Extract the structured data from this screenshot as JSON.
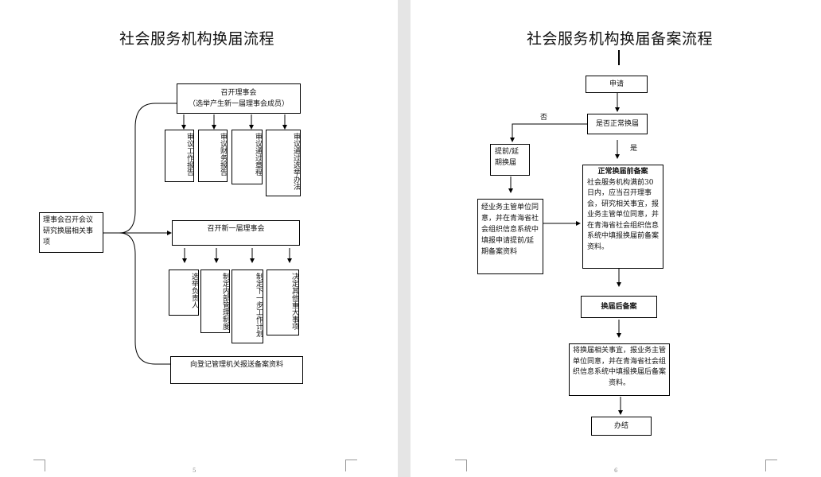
{
  "left": {
    "title": "社会服务机构换届流程",
    "source": "理事会召开会议研究换届相关事项",
    "meeting1": {
      "title": "召开理事会",
      "subtitle": "（选举产生新一届理事会成员）"
    },
    "review_items": [
      "审议工作报告",
      "审议财务报告",
      "审议通过章程",
      "审议通过选举办法"
    ],
    "meeting2": "召开新一届理事会",
    "decision_items": [
      "选举负责人",
      "制定内部管理制度",
      "制定下一步工作计划",
      "决定其他重大事项"
    ],
    "report": "向登记管理机关报送备案资料",
    "page_number": "5"
  },
  "right": {
    "title": "社会服务机构换届备案流程",
    "apply": "申请",
    "question": "是否正常换届",
    "no_label": "否",
    "yes_label": "是",
    "early": "提前/延期换届",
    "early_detail": "经业务主管单位同意，并在青海省社会组织信息系统中填报申请提前/延期备案资料",
    "normal_title": "正常换届前备案",
    "normal_body": "社会服务机构满前30日内，应当召开理事会，研究相关事宜，报业务主管单位同意，并在青海省社会组织信息系统中填报换届前备案资料。",
    "after_title": "换届后备案",
    "after_body": "将换届相关事宜，报业务主管单位同意，并在青海省社会组织信息系统中填报换届后备案资料。",
    "done": "办结",
    "page_number": "6"
  }
}
